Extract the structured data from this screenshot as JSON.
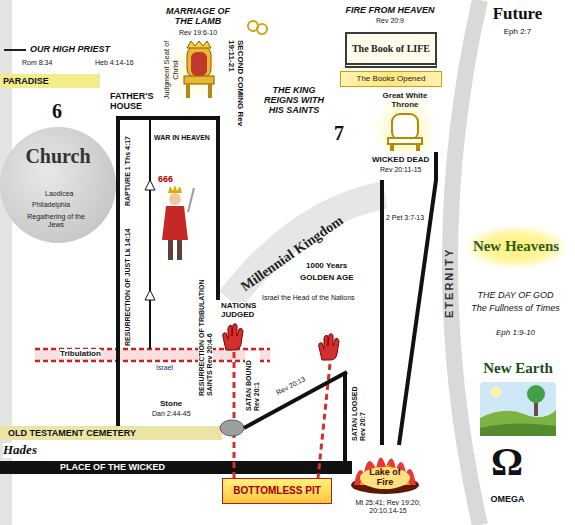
{
  "diagram": {
    "nodes": [
      {
        "text": [
          "Judgment Seat of Christ"
        ]
      },
      {
        "text": [
          "The Book of LIFE"
        ]
      },
      {
        "text": [
          "The Books Opened"
        ]
      },
      {
        "text": [
          "Great White Throne"
        ]
      },
      {
        "text": [
          "Church"
        ]
      },
      {
        "text": [
          "New Heavens"
        ]
      },
      {
        "text": [
          "New Earth"
        ]
      },
      {
        "text": [
          "Lake of Fire"
        ]
      },
      {
        "text": [
          "BOTTOMLESS PIT"
        ]
      }
    ],
    "edges": [
      {
        "from": 3,
        "to": 7,
        "arrow": "none"
      }
    ],
    "labels": [
      "MARRIAGE OF THE LAMB",
      "Rev 19:6-10",
      "FIRE FROM HEAVEN",
      "Rev 20:9",
      "Future",
      "Eph 2:7",
      "OUR HIGH PRIEST",
      "Rom 8:34",
      "Heb 4:14-16",
      "PARADISE",
      "6",
      "FATHER'S HOUSE",
      "RAPTURE 1 Ths 4:17",
      "WAR IN HEAVEN",
      "666",
      "SECOND COMING Rev 19:11-21",
      "THE KING REIGNS WITH HIS SAINTS",
      "7",
      "WICKED DEAD",
      "Rev 20:11-15",
      "ETERNITY",
      "Laodicea",
      "Philadelphia",
      "Regathering of the Jews",
      "Tribulation",
      "Israel",
      "Millennial Kingdom",
      "1000 Years",
      "GOLDEN AGE",
      "Israel the Head of the Nations",
      "NATIONS JUDGED",
      "RESURRECTION OF JUST Lk 14:14",
      "RESURRECTION OF TRIBULATION SAINTS Rev 20:4-6",
      "Stone",
      "Dan 2:44-45",
      "SATAN BOUND Rev 20:1",
      "Rev 20:13",
      "SATAN LOOSED Rev 20:7",
      "2 Pet 3:7-13",
      "OLD TESTAMENT CEMETERY",
      "Hades",
      "PLACE OF THE WICKED",
      "Mt 25:41; Rev 19:20; 20:10,14-15",
      "THE DAY OF GOD",
      "The Fullness of Times",
      "Eph 1:9-10",
      "Ω",
      "OMEGA"
    ]
  }
}
